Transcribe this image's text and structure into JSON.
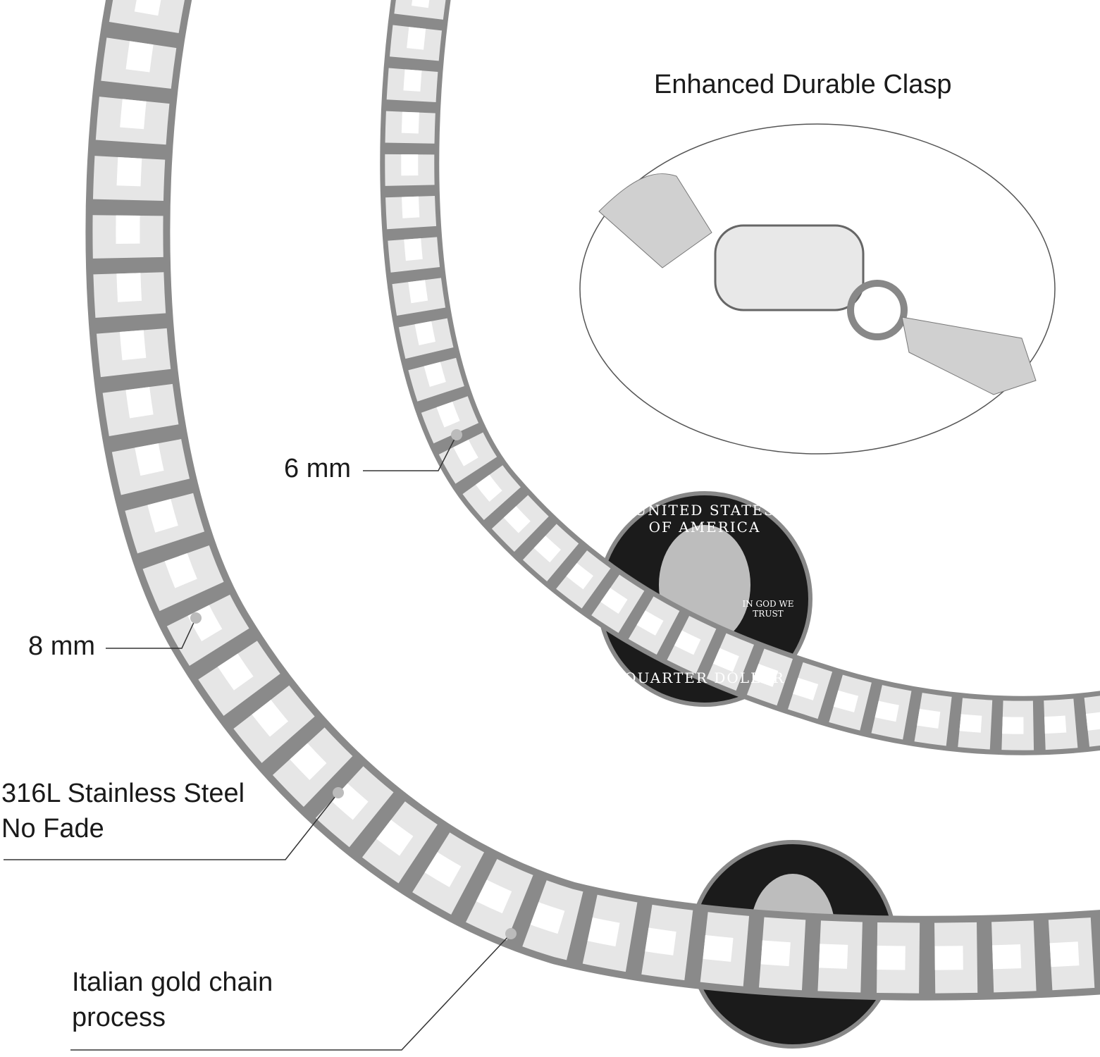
{
  "clasp": {
    "title": "Enhanced Durable Clasp"
  },
  "labels": {
    "six_mm": "6 mm",
    "eight_mm": "8 mm",
    "material_line1": "316L Stainless Steel",
    "material_line2": "No Fade",
    "process_line1": "Italian gold chain",
    "process_line2": "process"
  },
  "coin": {
    "top_text": "UNITED STATES OF AMERICA",
    "motto": "IN GOD WE TRUST",
    "bottom_text": "QUARTER DOLLAR"
  },
  "colors": {
    "chain": "#c9c9c9",
    "chain_dark": "#6e6e6e",
    "coin": "#1b1b1b",
    "line": "#333333"
  }
}
